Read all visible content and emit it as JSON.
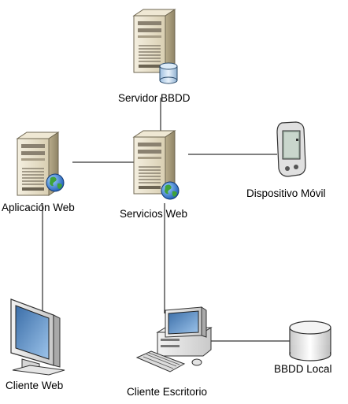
{
  "nodes": {
    "db_server": {
      "label": "Servidor BBDD",
      "icon": "server-database-icon"
    },
    "web_app": {
      "label": "Aplicación Web",
      "icon": "server-globe-icon"
    },
    "web_services": {
      "label": "Servicios Web",
      "icon": "server-globe-icon"
    },
    "mobile_device": {
      "label": "Dispositivo Móvil",
      "icon": "pda-icon"
    },
    "web_client": {
      "label": "Cliente Web",
      "icon": "monitor-icon"
    },
    "desktop_client": {
      "label": "Cliente Escritorio",
      "icon": "desktop-computer-icon"
    },
    "local_db": {
      "label": "BBDD Local",
      "icon": "database-icon"
    }
  },
  "colors": {
    "line": "#000000",
    "server_body": "#e6dfca",
    "globe": "#2a6fc9",
    "db": "#cfe0ef"
  }
}
